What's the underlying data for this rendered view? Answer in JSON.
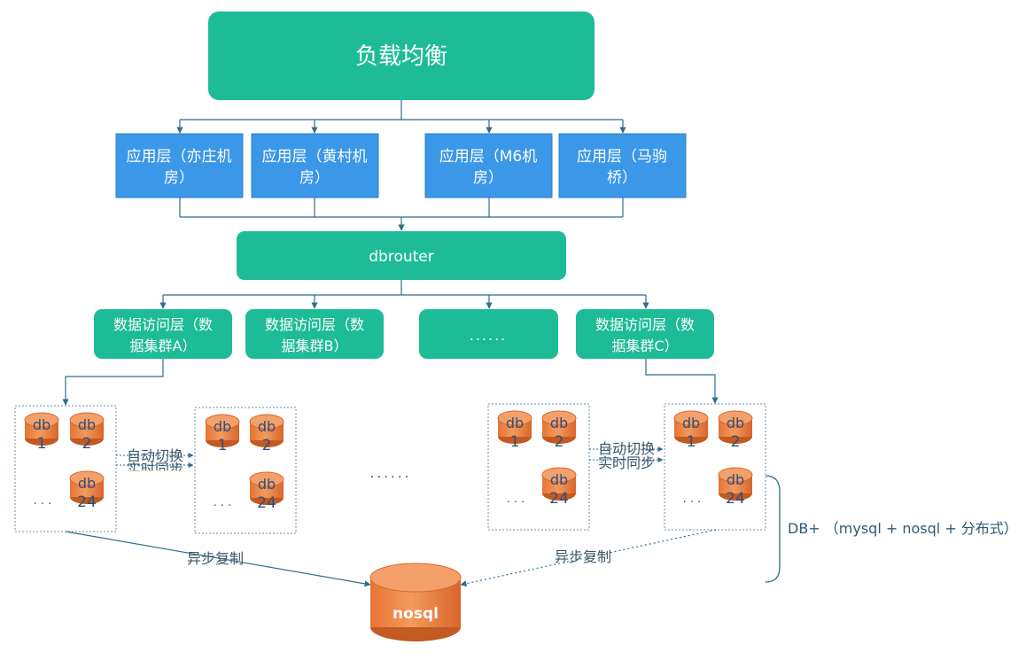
{
  "load_balancer": {
    "label": "负载均衡"
  },
  "app_layer": [
    {
      "line1": "应用层（亦庄机",
      "line2": "房）"
    },
    {
      "line1": "应用层（黄村机",
      "line2": "房）"
    },
    {
      "line1": "应用层（M6机",
      "line2": "房）"
    },
    {
      "line1": "应用层（马驹",
      "line2": "桥）"
    }
  ],
  "dbrouter": {
    "label": "dbrouter"
  },
  "data_access_layer": [
    {
      "line1": "数据访问层（数",
      "line2": "据集群A）"
    },
    {
      "line1": "数据访问层（数",
      "line2": "据集群B）"
    },
    {
      "line1": "......",
      "line2": ""
    },
    {
      "line1": "数据访问层（数",
      "line2": "据集群C）"
    }
  ],
  "db_labels": {
    "prefix": "db",
    "n1": "1",
    "n2": "2",
    "n24": "24",
    "ellipsis": ". . ."
  },
  "middle_ellipsis": "......",
  "switch_label": {
    "line1": "自动切换",
    "line2": "实时同步"
  },
  "async_copy_label": "异步复制",
  "nosql_label": "nosql",
  "db_plus_label": "DB+ （mysql + nosql + 分布式）",
  "colors": {
    "green": "#1dbc97",
    "blue": "#3b97e8",
    "blue_border": "#2a80c9",
    "orange": "#ee8544",
    "orange_dark": "#c25a22",
    "line": "#2e6e8e",
    "text_dark": "#3a5a6b"
  }
}
